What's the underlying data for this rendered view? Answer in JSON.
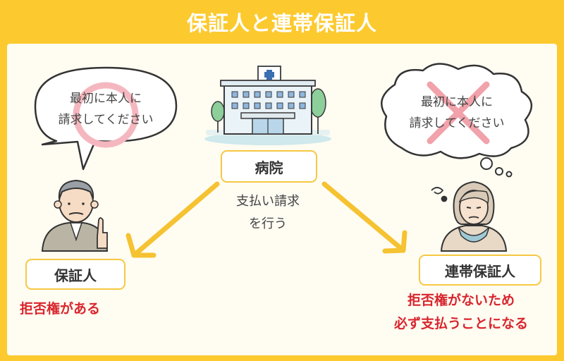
{
  "title": "保証人と連帯保証人",
  "hospital": {
    "label": "病院",
    "action_line1": "支払い請求",
    "action_line2": "を行う"
  },
  "guarantor": {
    "label": "保証人",
    "bubble_line1": "最初に本人に",
    "bubble_line2": "請求してください",
    "note": "拒否権がある"
  },
  "joint_guarantor": {
    "label": "連帯保証人",
    "bubble_line1": "最初に本人に",
    "bubble_line2": "請求してください",
    "note_line1": "拒否権がないため",
    "note_line2": "必ず支払うことになる"
  },
  "colors": {
    "frame": "#fcca2f",
    "arrow": "#f5c231",
    "accent_red": "#d8262e",
    "circle_pink": "#f5b7bf",
    "cross_pink": "#f1a2aa"
  },
  "icons": [
    "hospital-icon",
    "old-man-icon",
    "woman-icon",
    "speech-bubble-icon",
    "thought-bubble-icon",
    "ok-circle-icon",
    "ng-cross-icon",
    "dizzy-icon"
  ]
}
